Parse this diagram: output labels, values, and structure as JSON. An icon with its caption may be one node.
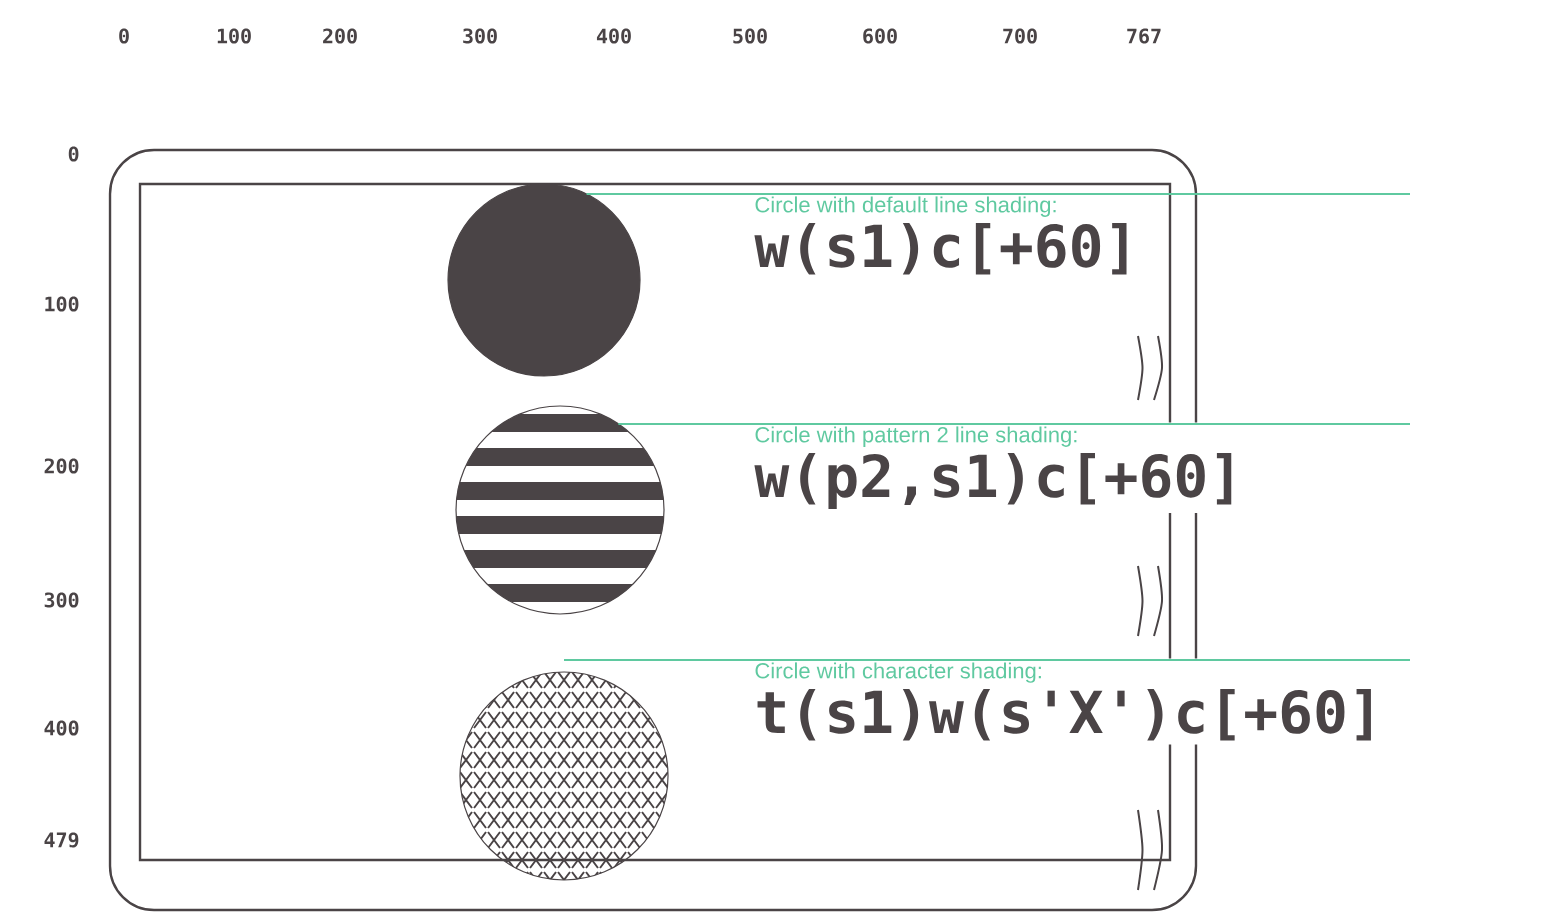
{
  "diagram": {
    "nodes": [
      {
        "text": [],
        "shape": "circle"
      },
      {
        "text": [
          "Circle with default line shading:",
          "w(s1)c[+60]"
        ]
      },
      {
        "text": [],
        "shape": "circle"
      },
      {
        "text": [
          "Circle with pattern 2 line shading:",
          "w(p2,s1)c[+60]"
        ]
      },
      {
        "text": [],
        "shape": "circle"
      },
      {
        "text": [
          "Circle with character shading:",
          "t(s1)w(s'X')c[+60]"
        ]
      }
    ],
    "edges": [
      {
        "from": 1,
        "to": 0,
        "arrow": "none"
      },
      {
        "from": 3,
        "to": 2,
        "arrow": "none"
      },
      {
        "from": 5,
        "to": 4,
        "arrow": "none"
      }
    ],
    "labels": [
      "0",
      "100",
      "200",
      "300",
      "400",
      "500",
      "600",
      "700",
      "767",
      "0",
      "100",
      "200",
      "300",
      "400",
      "479"
    ]
  }
}
